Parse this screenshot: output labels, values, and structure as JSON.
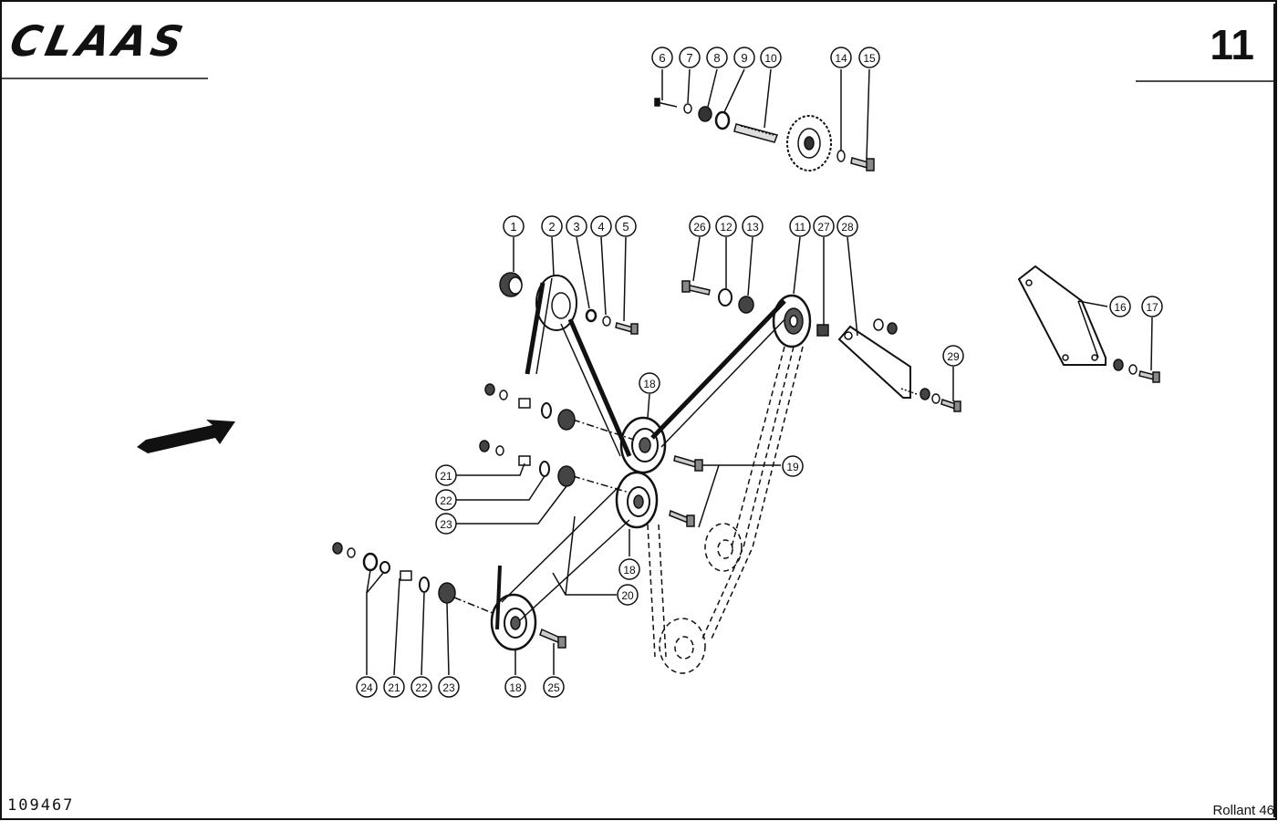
{
  "header": {
    "brand": "CLAAS",
    "page_number": "11"
  },
  "footer": {
    "document_number": "109467",
    "model": "Rollant 46"
  },
  "callouts": [
    {
      "id": "c6",
      "label": "6"
    },
    {
      "id": "c7",
      "label": "7"
    },
    {
      "id": "c8",
      "label": "8"
    },
    {
      "id": "c9",
      "label": "9"
    },
    {
      "id": "c10",
      "label": "10"
    },
    {
      "id": "c14",
      "label": "14"
    },
    {
      "id": "c15",
      "label": "15"
    },
    {
      "id": "c1",
      "label": "1"
    },
    {
      "id": "c2",
      "label": "2"
    },
    {
      "id": "c3",
      "label": "3"
    },
    {
      "id": "c4",
      "label": "4"
    },
    {
      "id": "c5",
      "label": "5"
    },
    {
      "id": "c26",
      "label": "26"
    },
    {
      "id": "c12",
      "label": "12"
    },
    {
      "id": "c13",
      "label": "13"
    },
    {
      "id": "c11",
      "label": "11"
    },
    {
      "id": "c27",
      "label": "27"
    },
    {
      "id": "c28",
      "label": "28"
    },
    {
      "id": "c16",
      "label": "16"
    },
    {
      "id": "c17",
      "label": "17"
    },
    {
      "id": "c29",
      "label": "29"
    },
    {
      "id": "c18a",
      "label": "18"
    },
    {
      "id": "c19",
      "label": "19"
    },
    {
      "id": "c21a",
      "label": "21"
    },
    {
      "id": "c22a",
      "label": "22"
    },
    {
      "id": "c23a",
      "label": "23"
    },
    {
      "id": "c18b",
      "label": "18"
    },
    {
      "id": "c20",
      "label": "20"
    },
    {
      "id": "c24",
      "label": "24"
    },
    {
      "id": "c21b",
      "label": "21"
    },
    {
      "id": "c22b",
      "label": "22"
    },
    {
      "id": "c23b",
      "label": "23"
    },
    {
      "id": "c18c",
      "label": "18"
    },
    {
      "id": "c25",
      "label": "25"
    }
  ]
}
